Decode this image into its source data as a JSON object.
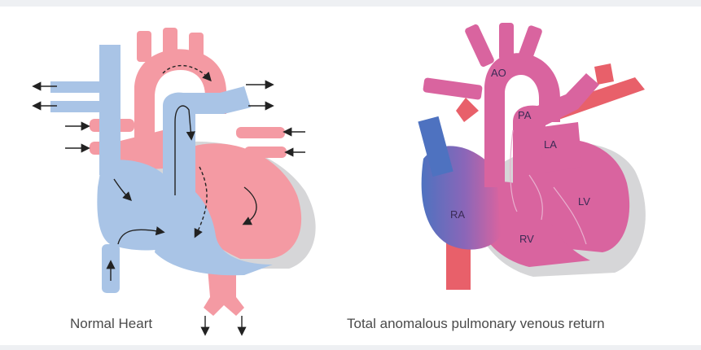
{
  "normal_heart": {
    "caption": "Normal Heart"
  },
  "tapvr_heart": {
    "caption": "Total anomalous pulmonary venous return",
    "labels": {
      "ao": "AO",
      "pa": "PA",
      "la": "LA",
      "ra": "RA",
      "rv": "RV",
      "lv": "LV"
    }
  },
  "colors": {
    "oxygenated": "#f49aa3",
    "deoxygenated": "#a9c4e6",
    "mixed": "#d9649f",
    "venous_blue": "#4e72c0",
    "myocardium_shadow": "#d6d6d8",
    "artery_red": "#e8606a"
  }
}
